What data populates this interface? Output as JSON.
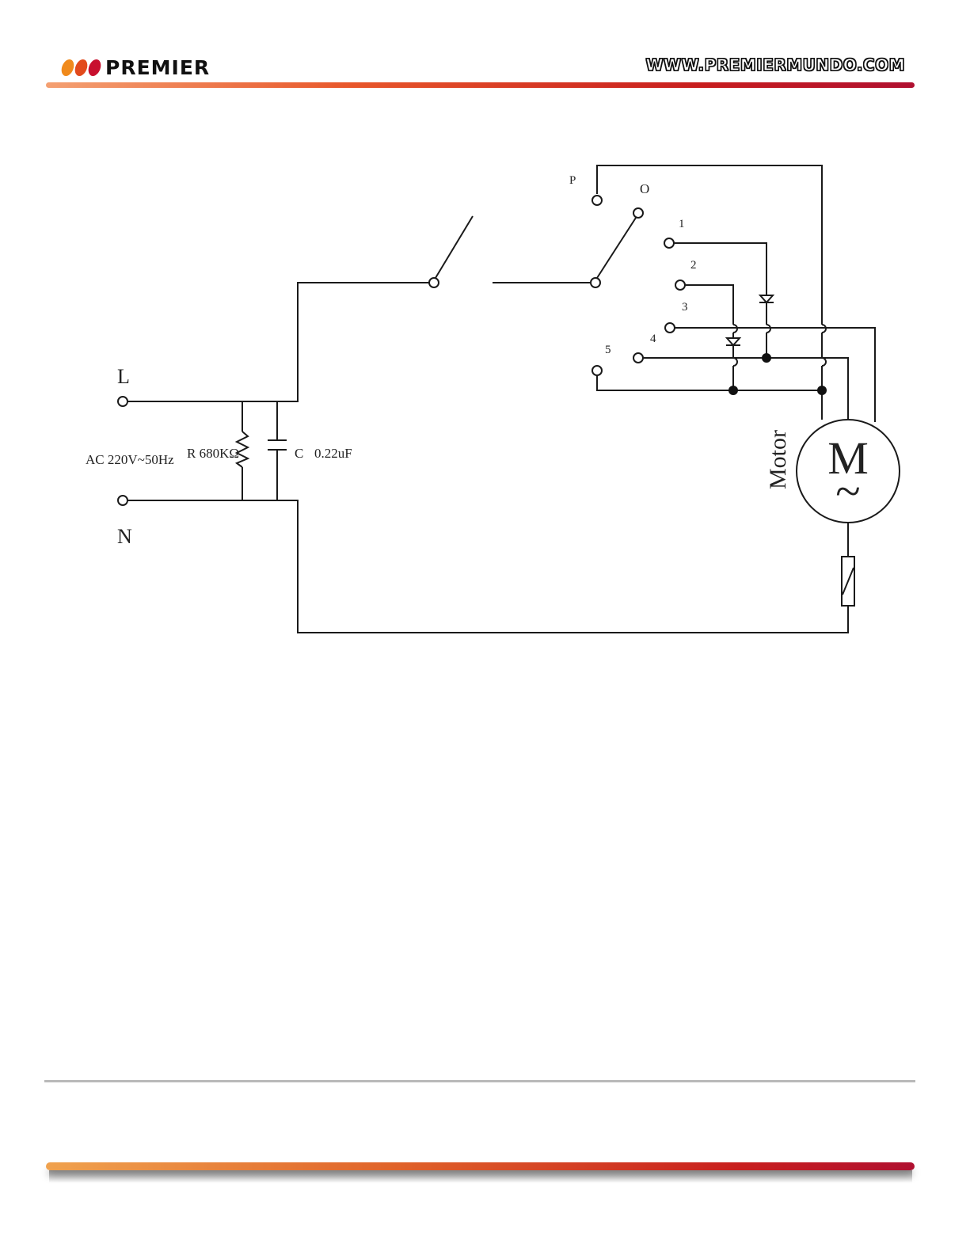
{
  "header": {
    "brand": "PREMIER",
    "url": "WWW.PREMIERMUNDO.COM",
    "dot_colors": [
      "#f08a1c",
      "#e24a1c",
      "#c8102e"
    ]
  },
  "diagram": {
    "terminal_L": "L",
    "terminal_N": "N",
    "supply": "AC 220V~50Hz",
    "resistor": "R 680KΩ",
    "capacitor_symbol": "C",
    "capacitor_value": "0.22uF",
    "switch_positions": {
      "p": "P",
      "o": "O",
      "s1": "1",
      "s2": "2",
      "s3": "3",
      "s4": "4",
      "s5": "5"
    },
    "motor_label": "Motor",
    "motor_symbol": "M",
    "motor_ac": "~"
  }
}
